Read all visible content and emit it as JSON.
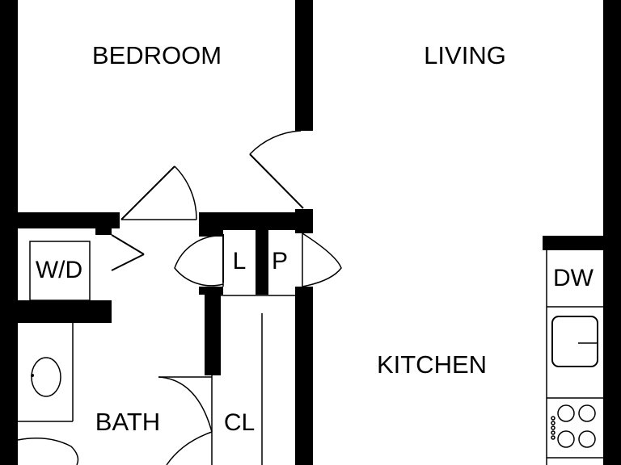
{
  "rooms": {
    "bedroom": "BEDROOM",
    "living": "LIVING",
    "kitchen": "KITCHEN",
    "bath": "BATH",
    "closet": "CL",
    "linen": "L",
    "pantry": "P",
    "washer_dryer": "W/D",
    "dishwasher": "DW"
  },
  "colors": {
    "wall": "#000000",
    "background": "#ffffff"
  }
}
